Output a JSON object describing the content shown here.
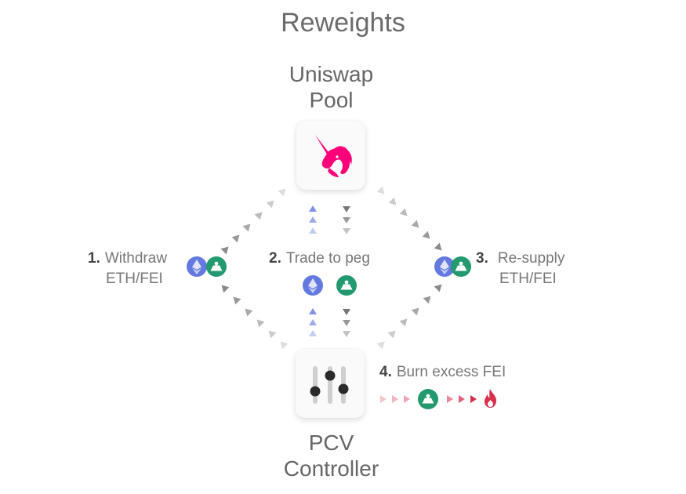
{
  "title": "Reweights",
  "nodes": {
    "top": {
      "label_line1": "Uniswap",
      "label_line2": "Pool",
      "icon": "unicorn-icon"
    },
    "bottom": {
      "label_line1": "PCV",
      "label_line2": "Controller",
      "icon": "sliders-icon"
    }
  },
  "steps": [
    {
      "number": "1.",
      "line1": "Withdraw",
      "line2": "ETH/FEI",
      "tokens": [
        "eth-icon",
        "fei-icon"
      ]
    },
    {
      "number": "2.",
      "line1": "Trade to peg",
      "line2": "",
      "tokens": [
        "eth-icon",
        "fei-icon"
      ]
    },
    {
      "number": "3.",
      "line1": "Re-supply",
      "line2": "ETH/FEI",
      "tokens": [
        "eth-icon",
        "fei-icon"
      ]
    },
    {
      "number": "4.",
      "line1": "Burn excess FEI",
      "line2": "",
      "tokens": [
        "fei-icon",
        "fire-icon"
      ]
    }
  ],
  "colors": {
    "uniswap_pink": "#ff007a",
    "eth_blue": "#6479e0",
    "fei_green": "#22996e",
    "burn_red": "#d6304a",
    "arrow_gray": "#9a9a9a",
    "arrow_blue": "#8a9be8"
  }
}
